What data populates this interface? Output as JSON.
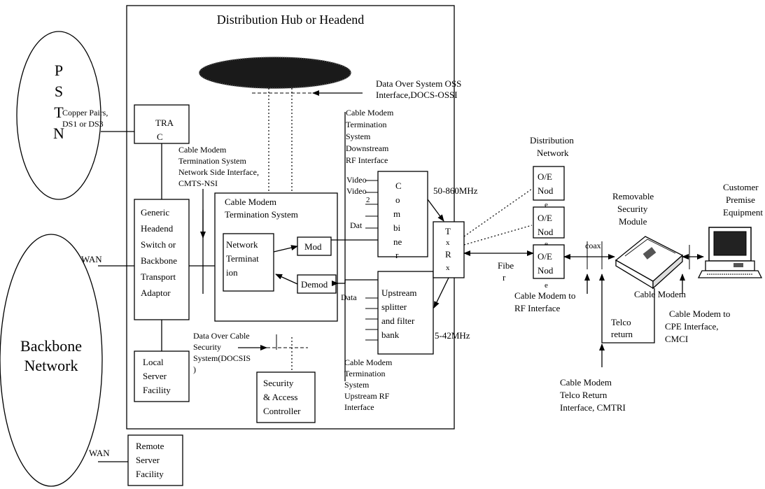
{
  "hub_title": "Distribution Hub or Headend",
  "pstn": [
    "P",
    "S",
    "T",
    "N"
  ],
  "backbone": [
    "Backbone",
    "Network"
  ],
  "copper": [
    "Copper Pairs,",
    "DS1 or DS3"
  ],
  "wan_top": "WAN",
  "wan_bottom": "WAN",
  "trac": [
    "TRA",
    "C"
  ],
  "oss": [
    "Data Over System OSS",
    "Interface,DOCS-OSSI"
  ],
  "cmts_nsi": [
    "Cable Modem",
    "Termination System",
    "Network Side Interface,",
    "CMTS-NSI"
  ],
  "generic_switch": [
    "Generic",
    "Headend",
    "Switch or",
    "Backbone",
    "Transport",
    "Adaptor"
  ],
  "cmts_box": [
    "Cable Modem",
    "Termination System"
  ],
  "network_termination": [
    "Network",
    "Terminat",
    "ion"
  ],
  "mod": "Mod",
  "demod": "Demod",
  "cmts_ds_rf": [
    "Cable Modem",
    "Termination",
    "System",
    "Downstream",
    "RF Interface"
  ],
  "video1": "Video",
  "video2": "Video",
  "video2_sub": "2",
  "dat": "Dat",
  "combiner": [
    "C",
    "o",
    "m",
    "bi",
    "ne",
    "r"
  ],
  "freq_down": "50-860MHz",
  "freq_up": "5-42MHz",
  "data_up": "Data",
  "upstream_splitter": [
    "Upstream",
    "splitter",
    "and filter",
    "bank"
  ],
  "cmts_us_rf": [
    "Cable Modem",
    "Termination",
    "System",
    "Upstream RF",
    "Interface"
  ],
  "txrx": [
    "T",
    "x",
    "R",
    "x"
  ],
  "fiber": [
    "Fibe",
    "r"
  ],
  "distribution_network": [
    "Distribution",
    "Network"
  ],
  "oe_node": [
    "O/E",
    "Nod",
    "e"
  ],
  "coax": "coax",
  "removable_security": [
    "Removable",
    "Security",
    "Module"
  ],
  "customer_premise": [
    "Customer",
    "Premise",
    "Equipment"
  ],
  "cable_modem": "Cable Modem",
  "cm_rf": [
    "Cable Modem to",
    "RF Interface"
  ],
  "telco_return": [
    "Telco",
    "return"
  ],
  "cmci": [
    "Cable Modem to",
    "CPE Interface,",
    "CMCI"
  ],
  "cmtri": [
    "Cable Modem",
    "Telco Return",
    "Interface, CMTRI"
  ],
  "docsis": [
    "Data Over Cable",
    "Security",
    "System(DOCSIS",
    ")"
  ],
  "local_server": [
    "Local",
    "Server",
    "Facility"
  ],
  "security_controller": [
    "Security",
    "& Access",
    "Controller"
  ],
  "remote_server": [
    "Remote",
    "Server",
    "Facility"
  ]
}
